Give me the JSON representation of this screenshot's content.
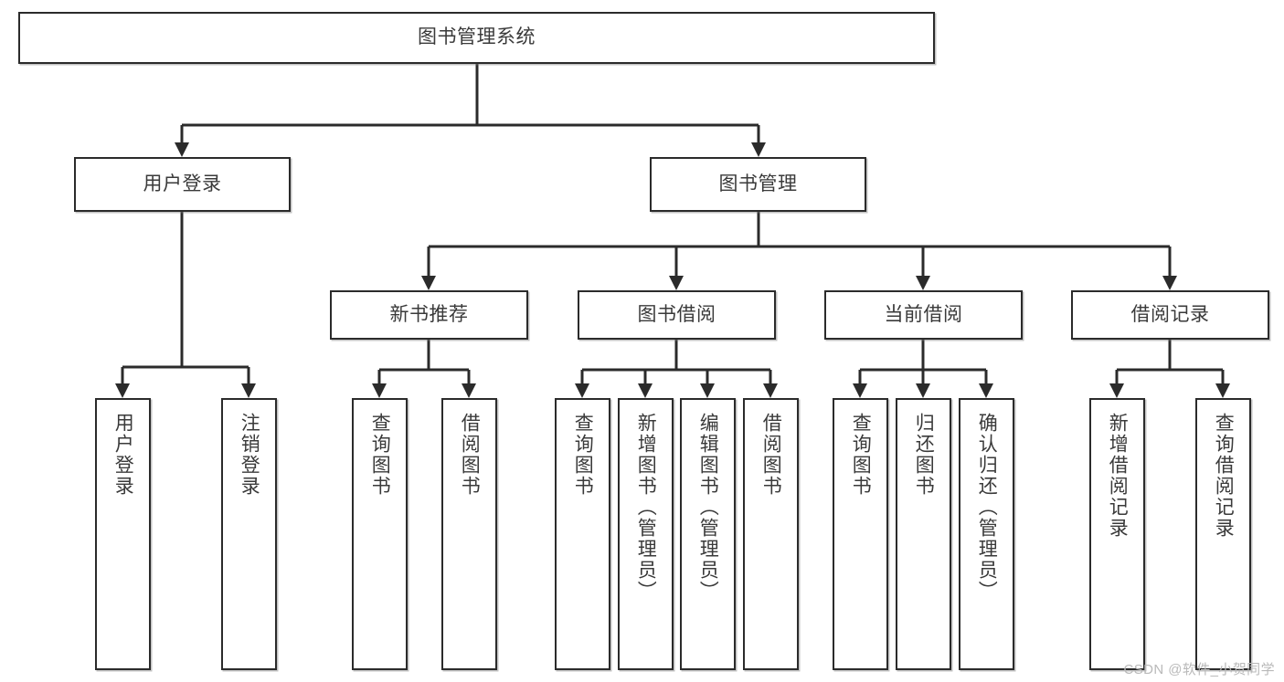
{
  "diagram": {
    "title": "图书管理系统",
    "type": "tree",
    "watermark": "CSDN @软件_小贺同学",
    "colors": {
      "stroke": "#2b2b2b",
      "text": "#3a3a3a",
      "background": "#ffffff",
      "watermark": "#b9b9b9"
    },
    "nodes": {
      "root": {
        "label": "图书管理系统"
      },
      "level2": [
        {
          "label": "用户登录"
        },
        {
          "label": "图书管理"
        }
      ],
      "level3": [
        {
          "label": "新书推荐"
        },
        {
          "label": "图书借阅"
        },
        {
          "label": "当前借阅"
        },
        {
          "label": "借阅记录"
        }
      ],
      "leaves": {
        "user_login": [
          {
            "label": "用户登录"
          },
          {
            "label": "注销登录"
          }
        ],
        "new_book": [
          {
            "label": "查询图书"
          },
          {
            "label": "借阅图书"
          }
        ],
        "book_borrow": [
          {
            "label": "查询图书"
          },
          {
            "label": "新增图书（管理员）"
          },
          {
            "label": "编辑图书（管理员）"
          },
          {
            "label": "借阅图书"
          }
        ],
        "current_borrow": [
          {
            "label": "查询图书"
          },
          {
            "label": "归还图书"
          },
          {
            "label": "确认归还（管理员）"
          }
        ],
        "borrow_record": [
          {
            "label": "新增借阅记录"
          },
          {
            "label": "查询借阅记录"
          }
        ]
      }
    }
  }
}
